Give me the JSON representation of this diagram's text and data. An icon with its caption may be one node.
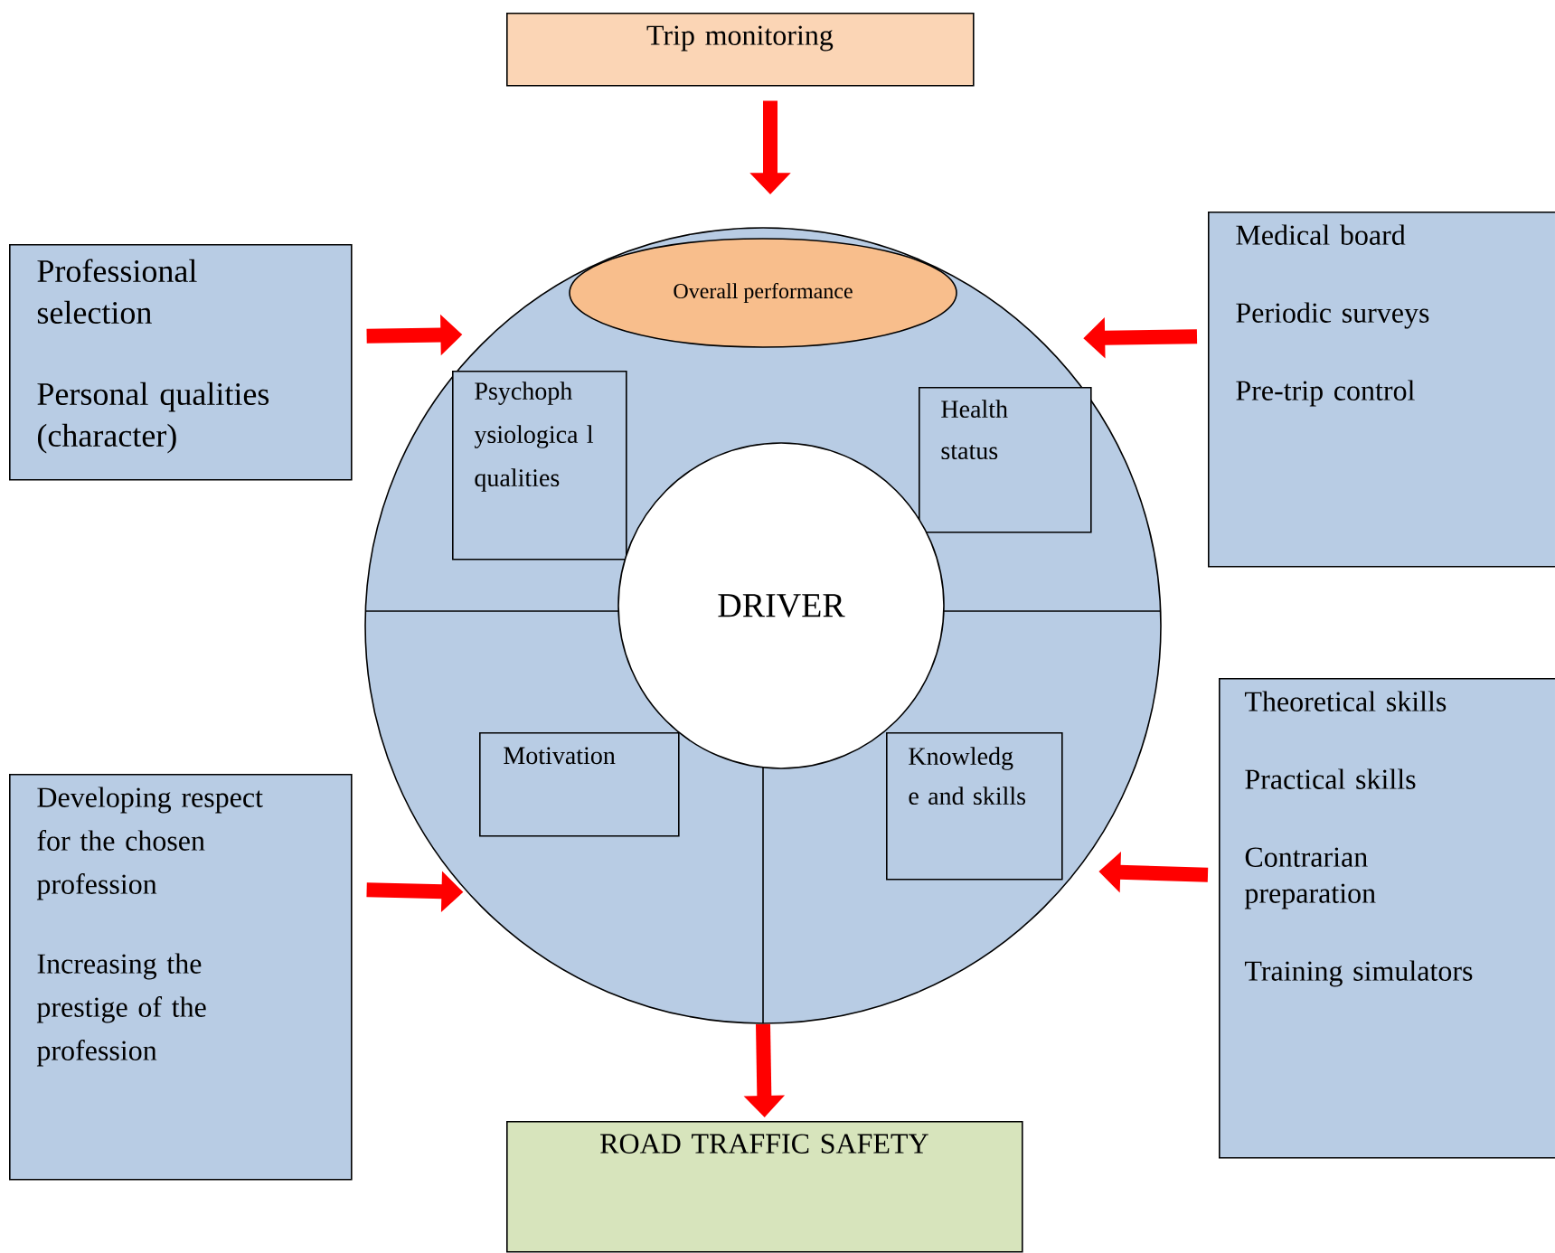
{
  "diagram": {
    "nodes": [
      {
        "text": [
          "Trip monitoring"
        ]
      },
      {
        "text": [
          "Professional selection",
          "Personal qualities (character)"
        ]
      },
      {
        "text": [
          "Medical board",
          "Periodic surveys",
          "Pre-trip control"
        ]
      },
      {
        "text": [],
        "shape": "circle"
      },
      {
        "text": [
          "Overall performance"
        ],
        "in": 3
      },
      {
        "text": [
          "Psychoph ysiologica l qualities"
        ],
        "in": 3
      },
      {
        "text": [
          "Health status"
        ],
        "in": 3
      },
      {
        "text": [
          "DRIVER"
        ],
        "in": 3
      },
      {
        "text": [
          "Motivation"
        ],
        "in": 3
      },
      {
        "text": [
          "Knowledg e and skills"
        ],
        "in": 3
      },
      {
        "text": [
          "Developing respect for the chosen profession",
          "Increasing the prestige of the profession"
        ]
      },
      {
        "text": [
          "Theoretical skills",
          "Practical skills",
          "Contrarian preparation",
          "Training simulators"
        ]
      },
      {
        "text": [
          "ROAD TRAFFIC SAFETY"
        ]
      }
    ],
    "edges": [
      {
        "from": 0,
        "to": 3,
        "arrow": "to"
      },
      {
        "from": 1,
        "to": 3,
        "arrow": "to"
      },
      {
        "from": 2,
        "to": 3,
        "arrow": "to"
      },
      {
        "from": 10,
        "to": 3,
        "arrow": "to"
      },
      {
        "from": 11,
        "to": 3,
        "arrow": "to"
      },
      {
        "from": 3,
        "to": 12,
        "arrow": "to"
      }
    ]
  }
}
